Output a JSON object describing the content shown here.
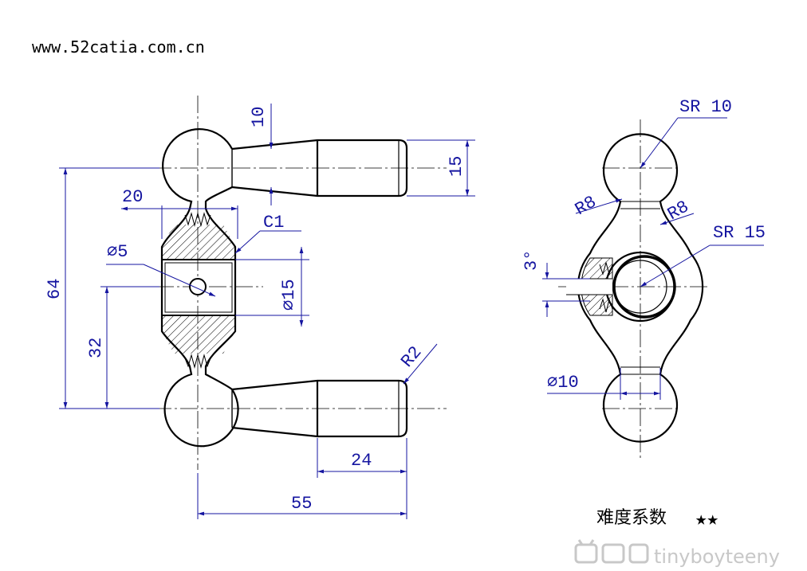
{
  "header": {
    "url": "www.52catia.com.cn"
  },
  "front_view": {
    "dim_10": "10",
    "dim_15": "15",
    "dim_20": "20",
    "chamfer": "C1",
    "hole": "∅5",
    "bore": "∅15",
    "dim_64": "64",
    "dim_32": "32",
    "radius": "R2",
    "dim_24": "24",
    "dim_55": "55"
  },
  "side_view": {
    "sr10": "SR 10",
    "r8_left": "R8",
    "r8_right": "R8",
    "sr15": "SR 15",
    "angle": "3°",
    "dia10": "∅10"
  },
  "footer": {
    "difficulty_label": "难度系数",
    "difficulty_stars": "★★",
    "watermark": "tinyboyteeny"
  },
  "colors": {
    "dimension": "#1515a0",
    "outline": "#000000",
    "watermark": "#c8c8c8"
  }
}
